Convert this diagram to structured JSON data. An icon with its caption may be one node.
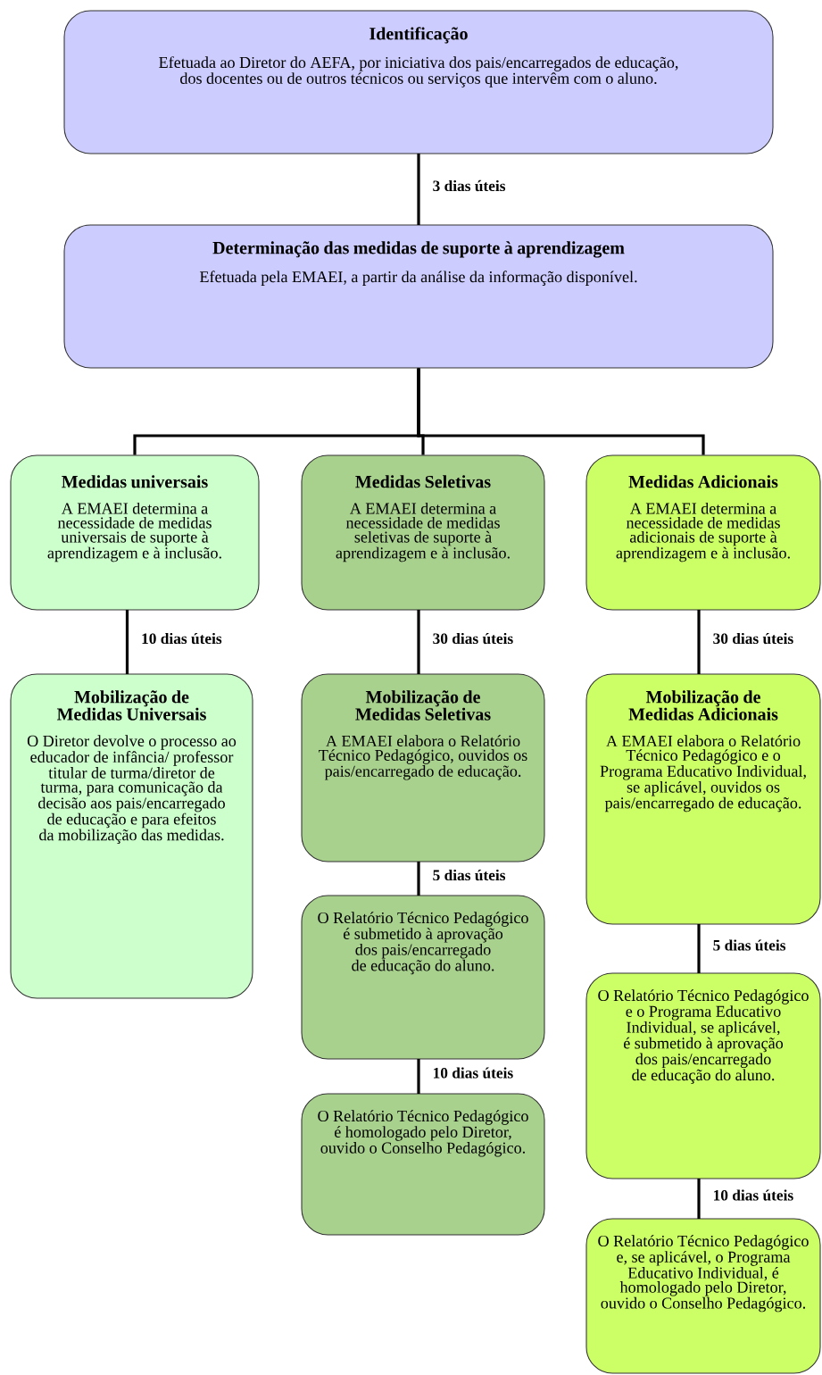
{
  "diagram": {
    "nodes": [
      {
        "text": [
          "Identificação",
          "Efetuada ao Diretor do AEFA, por iniciativa dos pais/encarregados de educação, dos docentes ou de outros técnicos ou serviços que intervêm com o aluno."
        ]
      },
      {
        "text": [
          "Determinação das medidas de suporte à aprendizagem",
          "Efetuada pela EMAEI, a partir da análise da informação disponível."
        ]
      },
      {
        "text": [
          "Medidas universais",
          "A EMAEI determina a necessidade de medidas universais de suporte à aprendizagem e à inclusão."
        ]
      },
      {
        "text": [
          "Medidas Seletivas",
          "A EMAEI determina a necessidade de medidas seletivas de suporte à aprendizagem e à inclusão."
        ]
      },
      {
        "text": [
          "Medidas Adicionais",
          "A EMAEI determina a necessidade de medidas adicionais de suporte à aprendizagem e à inclusão."
        ]
      },
      {
        "text": [
          "Mobilização de Medidas Universais",
          "O Diretor devolve o processo ao educador de infância/ professor titular de turma/diretor de turma, para comunicação da decisão aos pais/encarregado de educação e para efeitos da mobilização das medidas."
        ]
      },
      {
        "text": [
          "Mobilização de Medidas Seletivas",
          "A EMAEI elabora o Relatório Técnico Pedagógico, ouvidos os pais/encarregado de educação."
        ]
      },
      {
        "text": [
          "O Relatório Técnico Pedagógico é submetido à aprovação dos pais/encarregado de educação do aluno."
        ]
      },
      {
        "text": [
          "O Relatório Técnico Pedagógico é homologado pelo Diretor, ouvido o Conselho Pedagógico."
        ]
      },
      {
        "text": [
          "Mobilização de Medidas Adicionais",
          "A EMAEI elabora o Relatório Técnico Pedagógico e o Programa Educativo Individual, se aplicável, ouvidos os pais/encarregado de educação."
        ]
      },
      {
        "text": [
          "O Relatório Técnico Pedagógico e o Programa Educativo Individual, se aplicável, é submetido à aprovação dos pais/encarregado de educação do aluno."
        ]
      },
      {
        "text": [
          "O Relatório Técnico Pedagógico e, se aplicável, o Programa Educativo Individual, é homologado pelo Diretor, ouvido o Conselho Pedagógico."
        ]
      }
    ],
    "edges": [
      {
        "from": 0,
        "to": 1,
        "arrow": "none",
        "label": "3 dias úteis"
      },
      {
        "from": 1,
        "to": 2,
        "arrow": "none"
      },
      {
        "from": 1,
        "to": 3,
        "arrow": "none"
      },
      {
        "from": 1,
        "to": 4,
        "arrow": "none"
      },
      {
        "from": 2,
        "to": 5,
        "arrow": "none",
        "label": "10 dias úteis"
      },
      {
        "from": 3,
        "to": 6,
        "arrow": "none",
        "label": "30 dias úteis"
      },
      {
        "from": 6,
        "to": 7,
        "arrow": "none",
        "label": "5 dias úteis"
      },
      {
        "from": 7,
        "to": 8,
        "arrow": "none",
        "label": "10 dias úteis"
      },
      {
        "from": 4,
        "to": 9,
        "arrow": "none",
        "label": "30 dias úteis"
      },
      {
        "from": 9,
        "to": 10,
        "arrow": "none",
        "label": "5 dias úteis"
      },
      {
        "from": 10,
        "to": 11,
        "arrow": "none",
        "label": "10 dias úteis"
      }
    ]
  }
}
